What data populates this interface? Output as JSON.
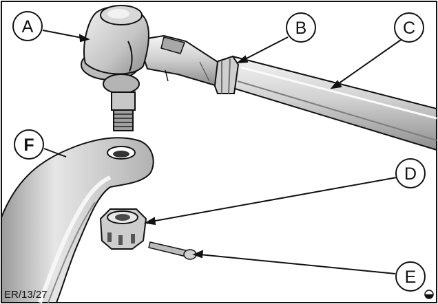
{
  "callouts": [
    {
      "id": "A",
      "text": "A"
    },
    {
      "id": "B",
      "text": "B"
    },
    {
      "id": "C",
      "text": "C"
    },
    {
      "id": "D",
      "text": "D"
    },
    {
      "id": "E",
      "text": "E"
    },
    {
      "id": "F",
      "text": "F"
    }
  ],
  "reference_code": "ER/13/27",
  "colors": {
    "ink": "#111111",
    "metal_light": "#e2e2e2",
    "metal_mid": "#bdbdbd",
    "metal_dark": "#8a8a8a",
    "background": "#ffffff"
  }
}
